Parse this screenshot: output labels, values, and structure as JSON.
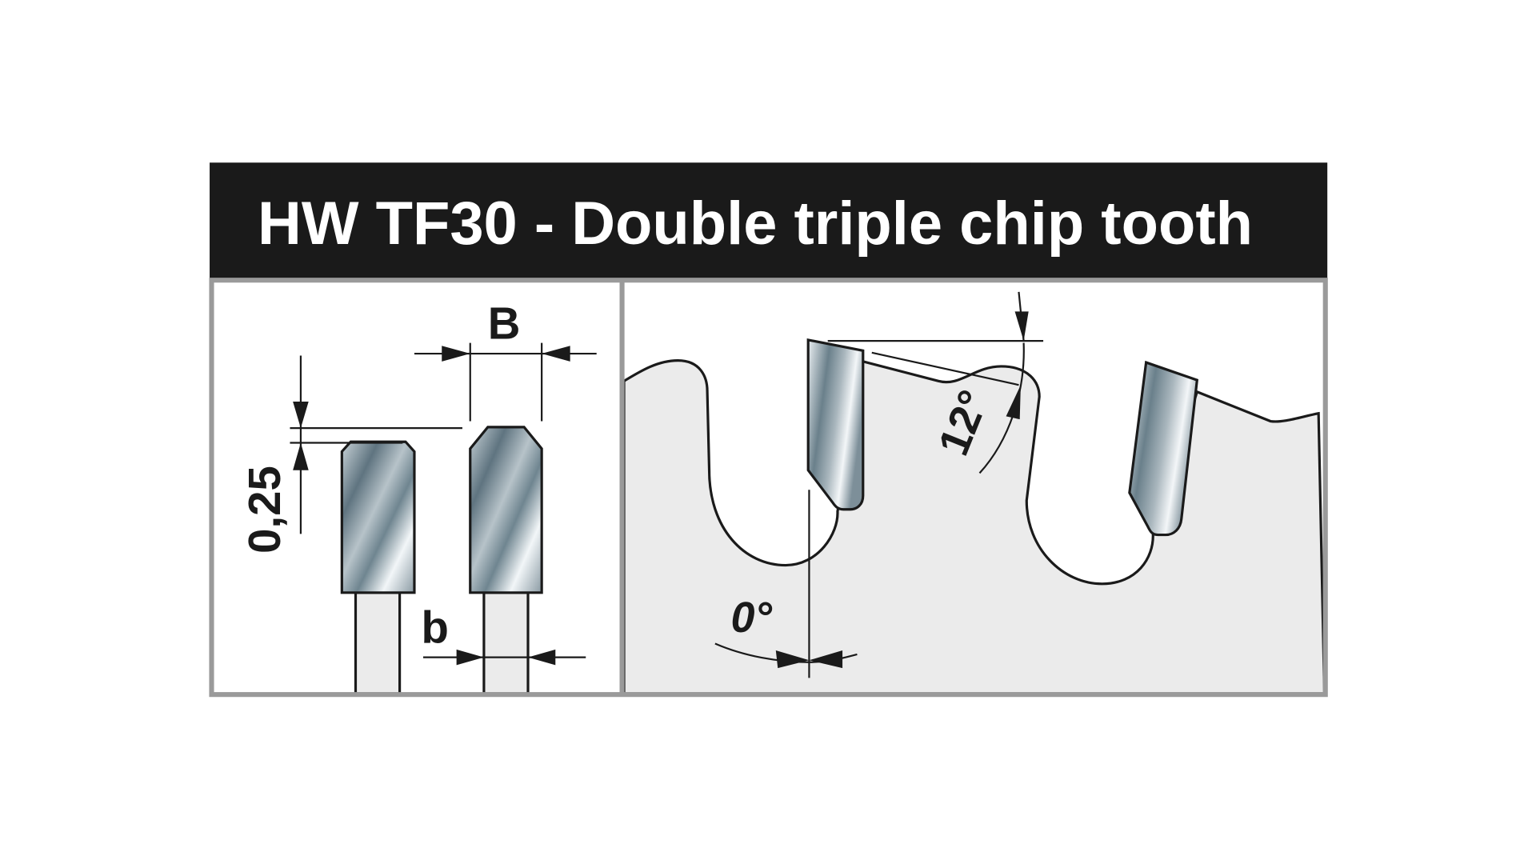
{
  "header": {
    "title": "HW TF30 - Double triple chip tooth"
  },
  "left_panel": {
    "label_width_B": "B",
    "label_width_b": "b",
    "label_height_diff": "0,25"
  },
  "right_panel": {
    "label_clearance_angle": "12°",
    "label_hook_angle": "0°"
  },
  "colors": {
    "header_bg": "#1a1a1a",
    "header_text": "#ffffff",
    "panel_border": "#9a9a9a",
    "blade_fill": "#ebebeb",
    "outline": "#1a1a1a"
  }
}
